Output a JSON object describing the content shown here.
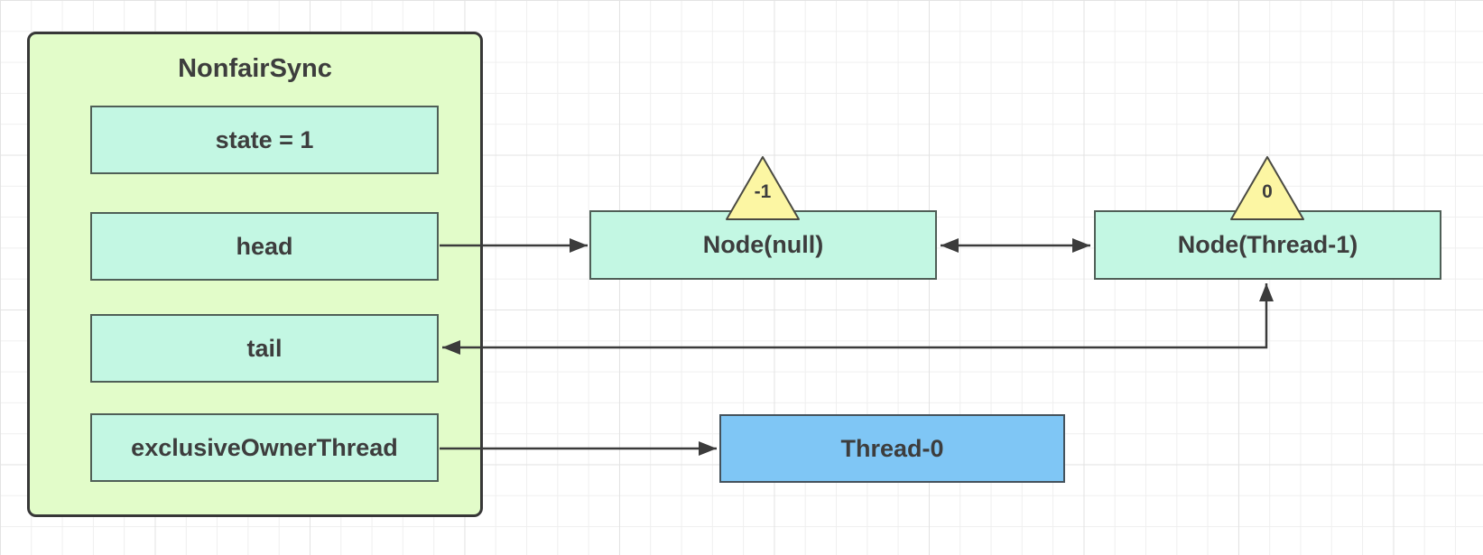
{
  "sync": {
    "title": "NonfairSync",
    "fields": [
      {
        "label": "state = 1"
      },
      {
        "label": "head"
      },
      {
        "label": "tail"
      },
      {
        "label": "exclusiveOwnerThread"
      }
    ]
  },
  "queue": {
    "nodes": [
      {
        "label": "Node(null)",
        "wait_status": "-1"
      },
      {
        "label": "Node(Thread-1)",
        "wait_status": "0"
      }
    ]
  },
  "owner_thread": {
    "label": "Thread-0"
  },
  "edges": [
    {
      "from": "head",
      "to": "Node(null)",
      "arrows": "end"
    },
    {
      "from": "Node(null)",
      "to": "Node(Thread-1)",
      "arrows": "both"
    },
    {
      "from": "Node(Thread-1)",
      "to": "tail",
      "arrows": "both"
    },
    {
      "from": "exclusiveOwnerThread",
      "to": "Thread-0",
      "arrows": "end"
    }
  ],
  "colors": {
    "container_fill": "#e2fcc9",
    "cell_fill": "#c3f7e3",
    "thread_fill": "#7fc6f5",
    "triangle_fill": "#fcf6a3",
    "line": "#3b3b3b",
    "text": "#3d3d3d"
  }
}
